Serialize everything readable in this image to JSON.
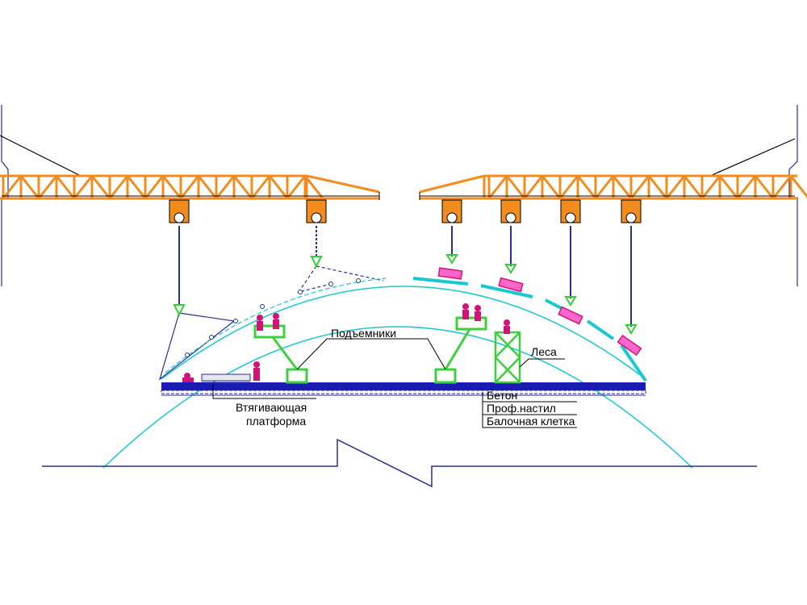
{
  "labels": {
    "lifts": "Подъемники",
    "pull_platform_line1": "Втягивающая",
    "pull_platform_line2": "платформа",
    "scaffold": "Леса",
    "concrete": "Бетон",
    "prof_deck": "Проф.настил",
    "beam_cage": "Балочная клетка"
  },
  "colors": {
    "truss": "#f28c1e",
    "arch": "#19c8d2",
    "cable": "#2b2f8f",
    "lift": "#3cd13c",
    "slab": "#1a1ab4",
    "worker": "#d0147a",
    "hook": "#2fd12f",
    "panel": "#ff66cc",
    "ground": "#2b2f8f"
  }
}
